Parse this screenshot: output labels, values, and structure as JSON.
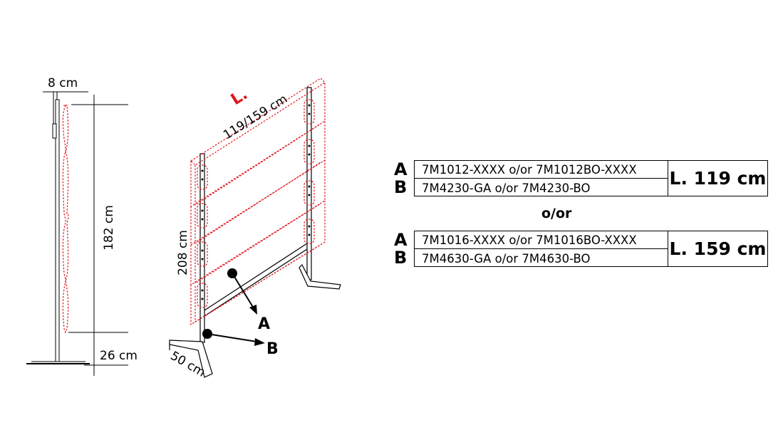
{
  "side_view": {
    "width_label": "8 cm",
    "height_label": "182 cm",
    "base_label": "26 cm"
  },
  "front_view": {
    "length_marker": "L.",
    "length_label": "119/159 cm",
    "height_label": "208 cm",
    "foot_label": "50 cm",
    "point_a": "A",
    "point_b": "B"
  },
  "options": [
    {
      "letter_a": "A",
      "letter_b": "B",
      "code_a": "7M1012-XXXX o/or 7M1012BO-XXXX",
      "code_b": "7M4230-GA o/or 7M4230-BO",
      "length": "L. 119 cm"
    },
    {
      "letter_a": "A",
      "letter_b": "B",
      "code_a": "7M1016-XXXX o/or 7M1016BO-XXXX",
      "code_b": "7M4630-GA o/or 7M4630-BO",
      "length": "L. 159 cm"
    }
  ],
  "separator": "o/or",
  "colors": {
    "accent_red": "#e0141b",
    "line": "#000000"
  }
}
